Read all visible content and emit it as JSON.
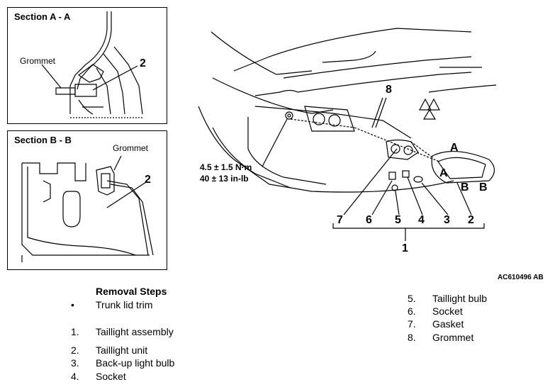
{
  "section_a": {
    "title": "Section A - A",
    "grommet_label": "Grommet",
    "callout": "2"
  },
  "section_b": {
    "title": "Section B - B",
    "grommet_label": "Grommet",
    "callout": "2"
  },
  "main": {
    "callouts": {
      "c8": "8",
      "c7": "7",
      "c6": "6",
      "c5": "5",
      "c4": "4",
      "c3": "3",
      "c2": "2",
      "c1": "1",
      "a_top": "A",
      "a_side": "A",
      "b_left": "B",
      "b_right": "B"
    },
    "torque_line1": "4.5 ± 1.5 N·m",
    "torque_line2": "40 ± 13 in-lb",
    "figure_code": "AC610496 AB"
  },
  "removal": {
    "title": "Removal Steps",
    "steps": [
      {
        "num": "•",
        "text": "Trunk lid trim"
      },
      {
        "num": "1.",
        "text": "Taillight assembly"
      },
      {
        "num": "2.",
        "text": "Taillight unit"
      },
      {
        "num": "3.",
        "text": "Back-up light bulb"
      },
      {
        "num": "4.",
        "text": "Socket"
      },
      {
        "num": "5.",
        "text": "Taillight bulb"
      },
      {
        "num": "6.",
        "text": "Socket"
      },
      {
        "num": "7.",
        "text": "Gasket"
      },
      {
        "num": "8.",
        "text": "Grommet"
      }
    ]
  }
}
